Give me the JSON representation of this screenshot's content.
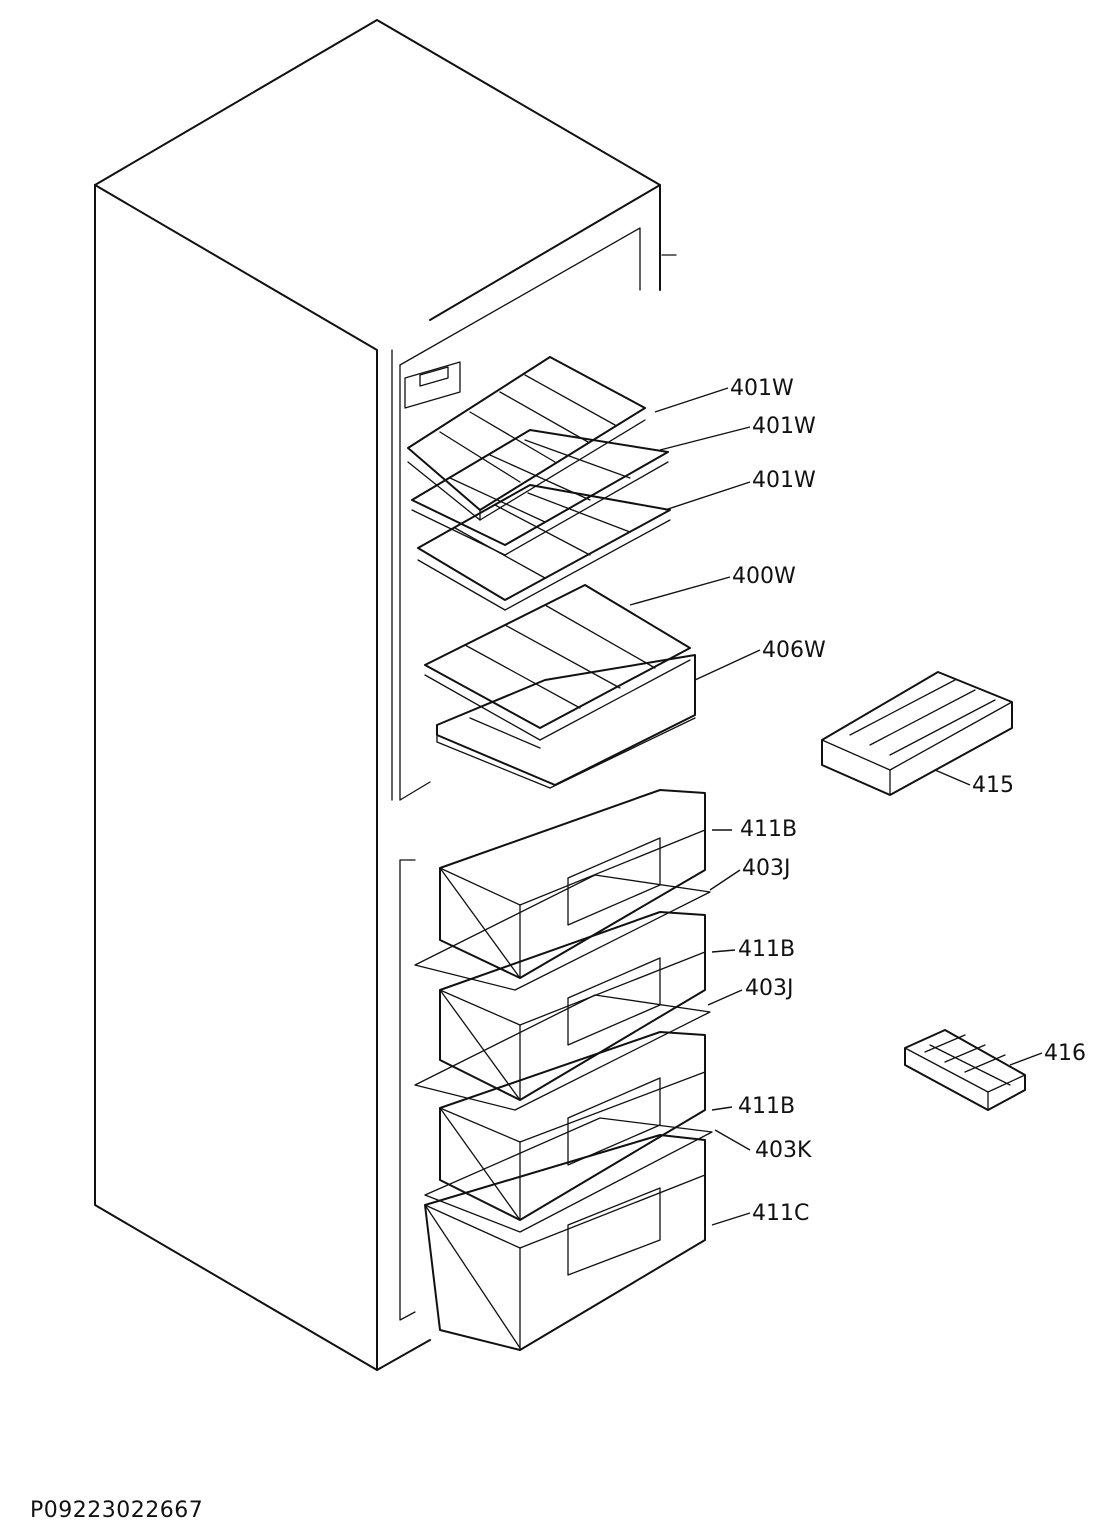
{
  "callouts": [
    {
      "id": "401w-a",
      "label": "401W"
    },
    {
      "id": "401w-b",
      "label": "401W"
    },
    {
      "id": "401w-c",
      "label": "401W"
    },
    {
      "id": "400w",
      "label": "400W"
    },
    {
      "id": "406w",
      "label": "406W"
    },
    {
      "id": "415",
      "label": "415"
    },
    {
      "id": "411b-a",
      "label": "411B"
    },
    {
      "id": "403j-a",
      "label": "403J"
    },
    {
      "id": "411b-b",
      "label": "411B"
    },
    {
      "id": "403j-b",
      "label": "403J"
    },
    {
      "id": "416",
      "label": "416"
    },
    {
      "id": "411b-c",
      "label": "411B"
    },
    {
      "id": "403k",
      "label": "403K"
    },
    {
      "id": "411c",
      "label": "411C"
    }
  ],
  "drawing_code": "P09223022667"
}
